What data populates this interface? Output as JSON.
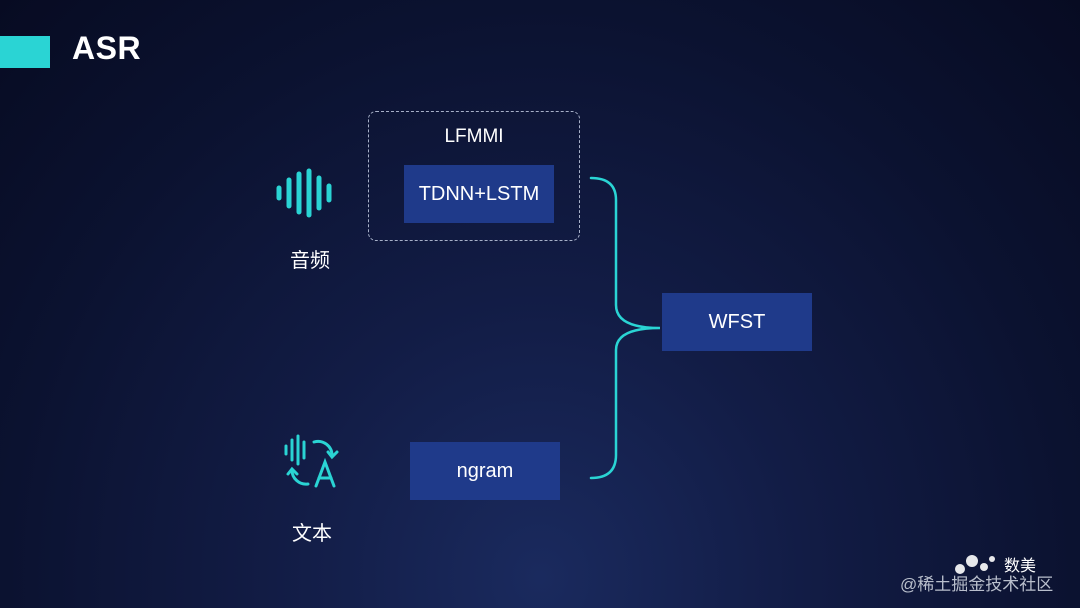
{
  "slide": {
    "title": "ASR"
  },
  "inputs": {
    "audio_label": "音频",
    "text_label": "文本"
  },
  "model": {
    "group_label": "LFMMI",
    "acoustic_model": "TDNN+LSTM",
    "language_model": "ngram",
    "decoder": "WFST"
  },
  "watermark": {
    "brand": "数美",
    "text": "@稀土掘金技术社区"
  },
  "colors": {
    "accent": "#2ad4d4",
    "box_fill": "#1f3a8a",
    "background": "#0b1230"
  },
  "icons": [
    "audio-wave-icon",
    "speech-to-text-icon",
    "shumei-logo-icon"
  ]
}
